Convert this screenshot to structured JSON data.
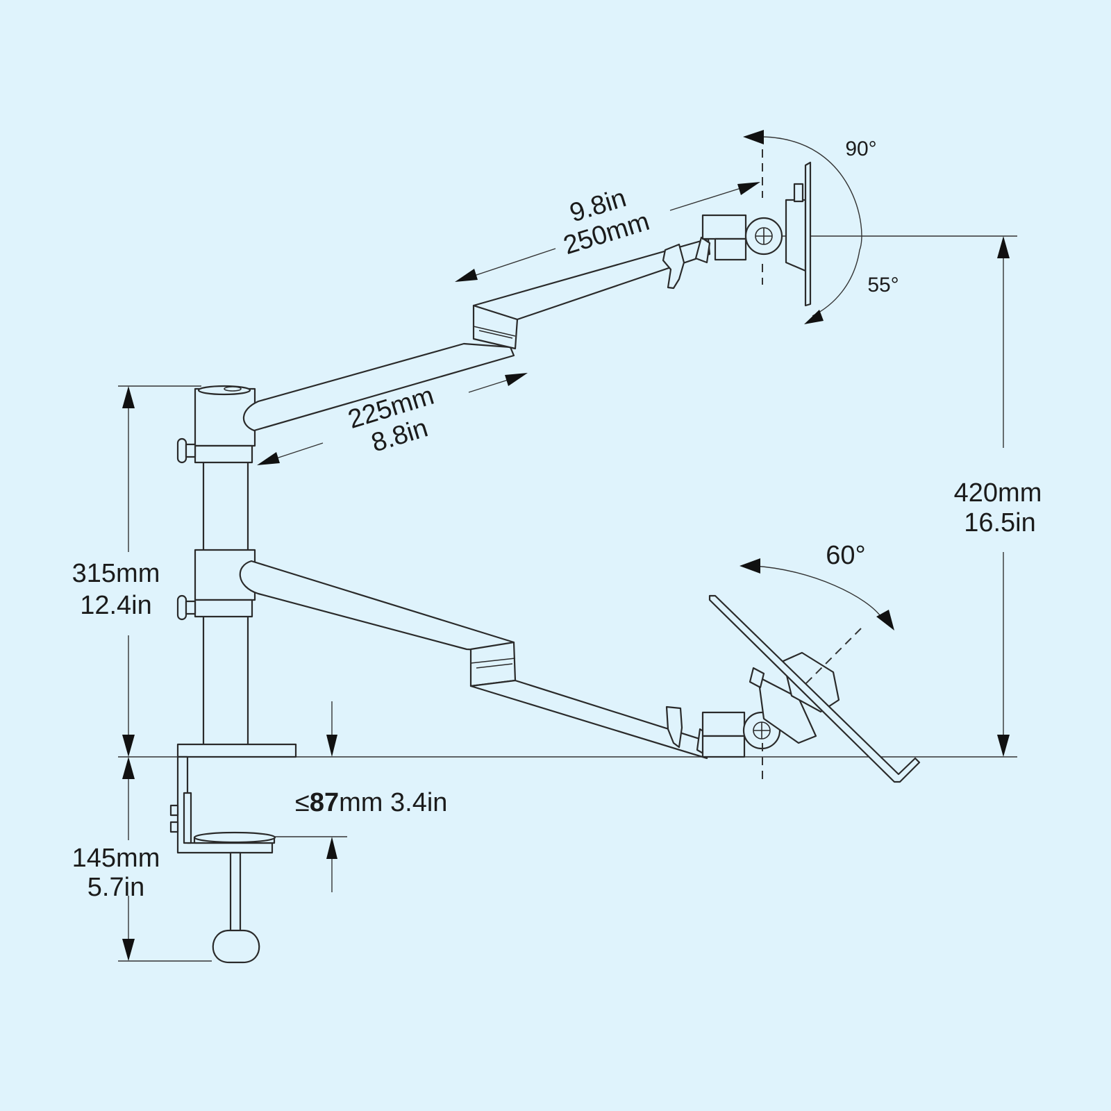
{
  "colors": {
    "background": "#dff3fc",
    "line": "#2a2a2a",
    "text": "#1b1b1b"
  },
  "dimensions": {
    "upper_arm_length": {
      "line1": "9.8in",
      "line2": "250mm"
    },
    "lower_arm_length": {
      "line1": "225mm",
      "line2": "8.8in"
    },
    "total_height": {
      "line1": "420mm",
      "line2": "16.5in"
    },
    "pole_height": {
      "line1": "315mm",
      "line2": "12.4in"
    },
    "clamp_height": {
      "line1": "145mm",
      "line2": "5.7in"
    },
    "desk_thickness": {
      "prefix": "≤",
      "bold": "87",
      "rest": "mm 3.4in"
    }
  },
  "angles": {
    "monitor_tilt_up": "90°",
    "monitor_tilt_down": "55°",
    "tray_tilt": "60°"
  }
}
